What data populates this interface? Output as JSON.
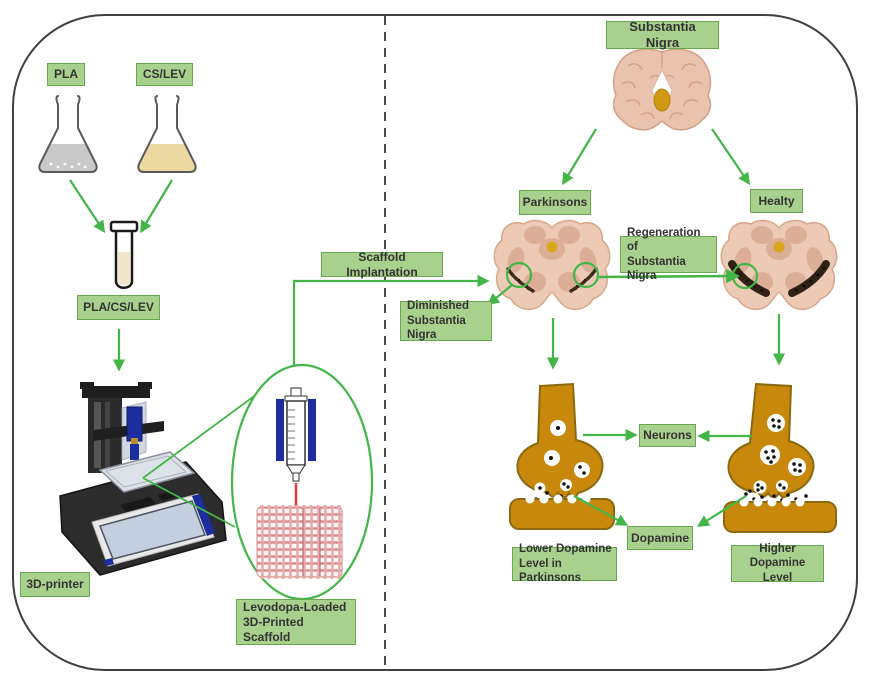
{
  "left_panel": {
    "pla_label": "PLA",
    "cs_lev_label": "CS/LEV",
    "mixture_label": "PLA/CS/LEV",
    "printer_label": "3D-printer",
    "scaffold_caption": {
      "line1": "Levodopa-Loaded",
      "line2": "3D-Printed Scaffold"
    }
  },
  "center": {
    "implantation_label": "Scaffold Implantation"
  },
  "right_panel": {
    "substantia_nigra_label": "Substantia Nigra",
    "parkinsons_label": "Parkinsons",
    "healthy_label": "Healty",
    "regeneration_caption": {
      "line1": "Regeneration of",
      "line2": "Substantia Nigra"
    },
    "diminished_caption": {
      "line1": "Diminished",
      "line2": "Substantia Nigra"
    },
    "neurons_label": "Neurons",
    "dopamine_label": "Dopamine",
    "lower_dopamine_caption": {
      "line1": "Lower Dopamine",
      "line2": "Level in Parkinsons"
    },
    "higher_dopamine_caption": {
      "line1": "Higher Dopamine",
      "line2": "Level"
    }
  },
  "colors": {
    "label_fill": "#a9d18e",
    "label_border": "#69a84e",
    "arrow_green": "#44b649",
    "neuron_gold": "#c8880c",
    "brain_pink": "#eccab5",
    "substantia_dark": "#2e2315",
    "scaffold_mesh_red": "#d98888",
    "syringe_blue": "#1c2e9e",
    "pla_liquid": "#c9c9c9",
    "cs_lev_liquid": "#ecd9a1"
  }
}
